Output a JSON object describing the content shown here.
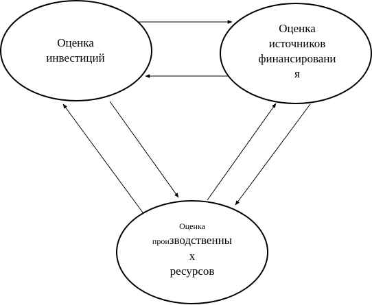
{
  "nodes": {
    "investments": {
      "lines": [
        "Оценка",
        "инвестиций"
      ]
    },
    "financing": {
      "lines": [
        "Оценка",
        "источников",
        "финансировани",
        "я"
      ]
    },
    "resources": {
      "line1": "Оценка",
      "line2_small": "прои",
      "line2_large": "зводственны",
      "line3": "х",
      "line4": "ресурсов"
    }
  },
  "colors": {
    "stroke": "#000000",
    "background": "#ffffff"
  }
}
